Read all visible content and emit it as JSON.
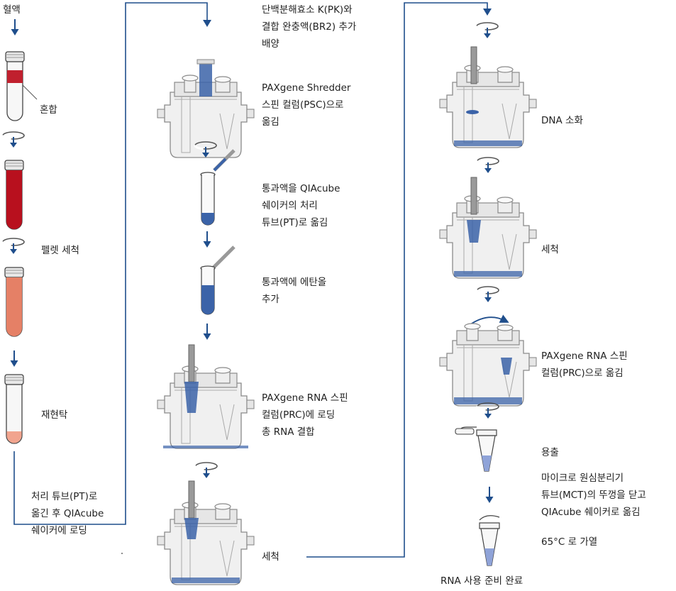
{
  "colors": {
    "arrow": "#1f4e8c",
    "line": "#1f4e8c",
    "blood": "#c0202e",
    "washed_pellet": "#e58066",
    "resuspended": "#f1b5a0",
    "column_liquid": "#3b63a8",
    "rotor_outline": "#888888",
    "rotor_fill": "#eeeeee"
  },
  "icons": [
    "down-arrow-icon",
    "centrifuge-icon",
    "blood-tube-icon",
    "shaker-rotor-icon",
    "processing-tube-icon",
    "pipette-icon",
    "microcentrifuge-tube-icon",
    "transfer-arrow-icon"
  ],
  "column1": {
    "steps": [
      {
        "lines": [
          "혈액"
        ]
      },
      {
        "lines": [
          "혼합"
        ]
      },
      {
        "lines": [
          "펠렛 세척"
        ]
      },
      {
        "lines": [
          "재현탁"
        ]
      },
      {
        "lines": [
          "처리 튜브(PT)로",
          "옮긴 후 QIAcube",
          "쉐이커에 로딩"
        ]
      }
    ]
  },
  "column2": {
    "steps": [
      {
        "lines": [
          "단백분해효소 K(PK)와",
          "결합 완충액(BR2) 추가",
          "배양"
        ]
      },
      {
        "lines": [
          "PAXgene Shredder",
          "스핀 컬럼(PSC)으로",
          "옮김"
        ]
      },
      {
        "lines": [
          "통과액을 QIAcube",
          "쉐이커의 처리",
          "튜브(PT)로 옮김"
        ]
      },
      {
        "lines": [
          "통과액에 에탄올",
          "추가"
        ]
      },
      {
        "lines": [
          "PAXgene RNA 스핀",
          "컬럼(PRC)에 로딩",
          "총 RNA 결합"
        ]
      },
      {
        "lines": [
          "세척"
        ]
      }
    ]
  },
  "column3": {
    "steps": [
      {
        "lines": [
          "DNA 소화"
        ]
      },
      {
        "lines": [
          "세척"
        ]
      },
      {
        "lines": [
          "PAXgene RNA 스핀",
          "컬럼(PRC)으로 옮김"
        ]
      },
      {
        "lines": [
          "용출"
        ]
      },
      {
        "lines": [
          "마이크로 원심분리기",
          "튜브(MCT)의 뚜껑을 닫고",
          "QIAcube 쉐이커로 옮김"
        ]
      },
      {
        "lines": [
          "65°C 로 가열"
        ]
      },
      {
        "lines": [
          "RNA 사용 준비 완료"
        ]
      }
    ]
  }
}
